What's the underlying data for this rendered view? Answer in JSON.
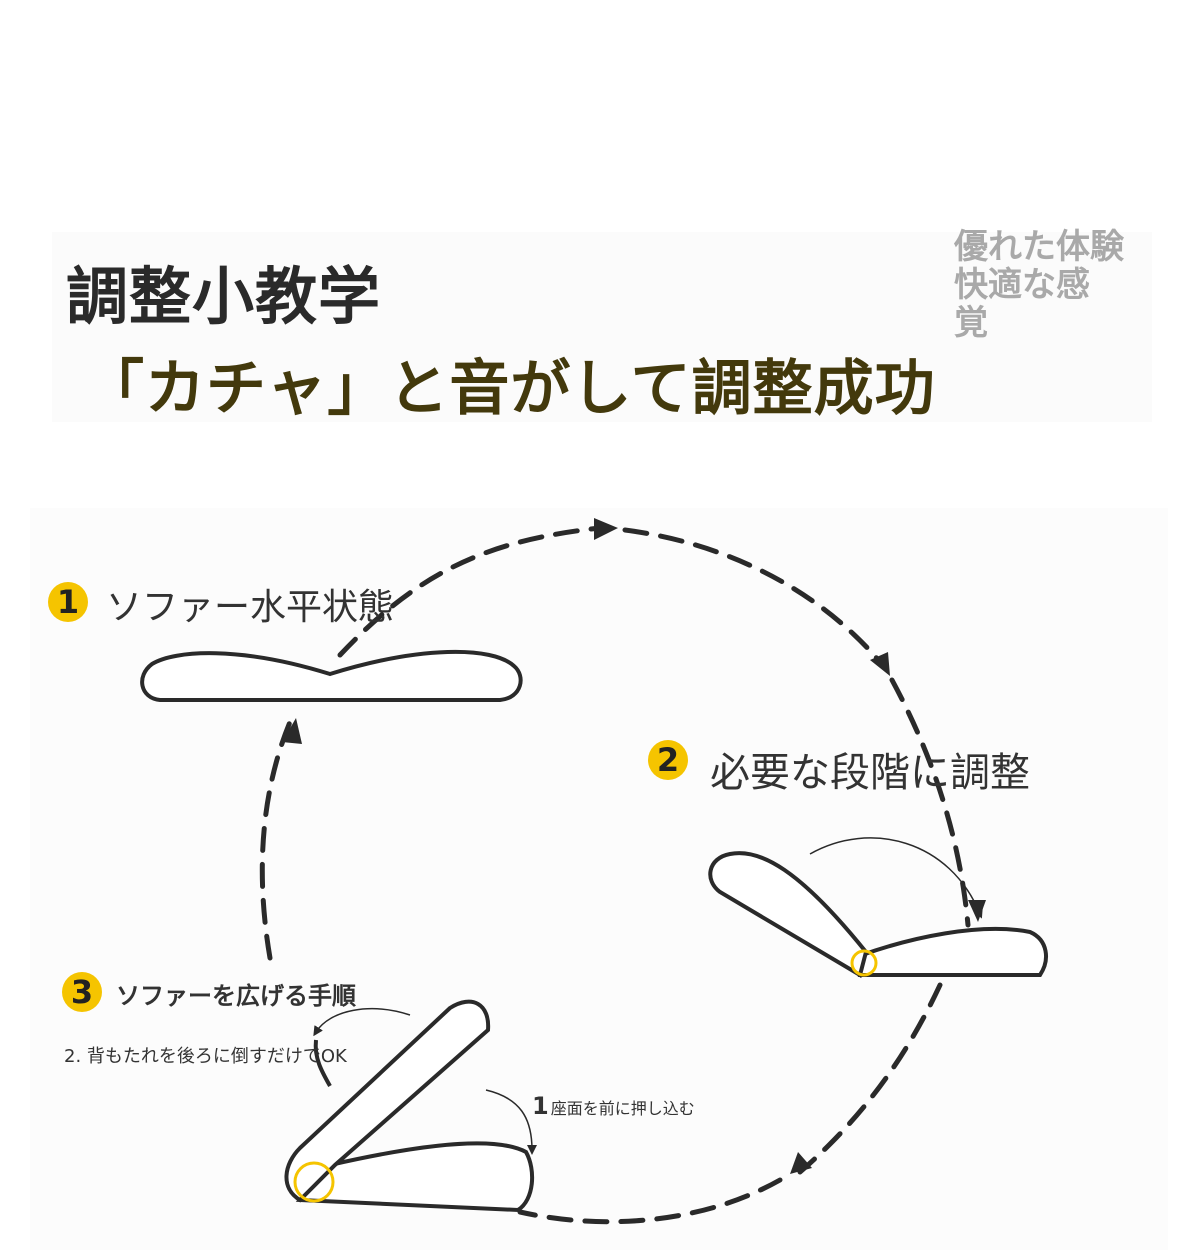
{
  "header": {
    "title_line1": "調整小教学",
    "title_line2": "「カチャ」と音がして調整成功",
    "tagline": [
      "優れた体験",
      " 快適な感",
      "覚"
    ]
  },
  "steps": [
    {
      "number": "1",
      "label": "ソファー水平状態"
    },
    {
      "number": "2",
      "label": "必要な段階に調整"
    },
    {
      "number": "3",
      "label": "ソファーを広げる手順"
    }
  ],
  "notes": {
    "back": "2. 背もたれを後ろに倒すだけでOK",
    "seat_num": "1",
    "seat_text": "座面を前に押し込む"
  },
  "colors": {
    "accent": "#f5c400",
    "title_dark": "#43390c",
    "title_gray": "#2a2a2a",
    "tagline": "#a9a9a9",
    "line": "#2a2a2a"
  }
}
